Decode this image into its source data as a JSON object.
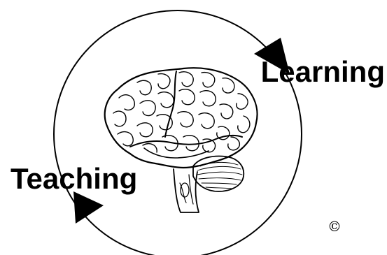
{
  "diagram": {
    "cycle_labels": {
      "learning": "Learning",
      "teaching": "Teaching"
    },
    "copyright_symbol": "©",
    "center_image": "brain-illustration",
    "arrow_direction": "clockwise",
    "colors": {
      "ink": "#000000",
      "background": "#ffffff"
    }
  }
}
